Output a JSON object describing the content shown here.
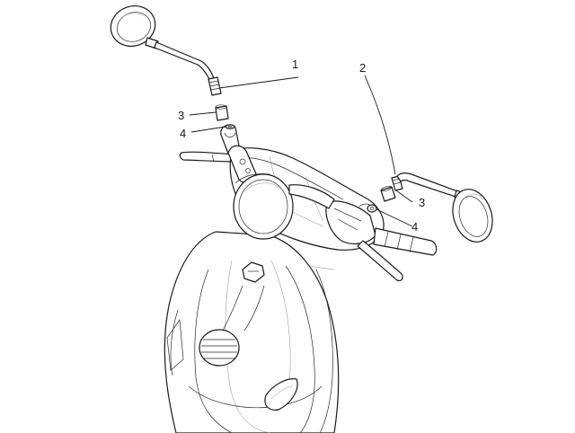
{
  "callouts": {
    "c1": "1",
    "c2": "2",
    "c3_left": "3",
    "c4_left": "4",
    "c3_right": "3",
    "c4_right": "4"
  }
}
